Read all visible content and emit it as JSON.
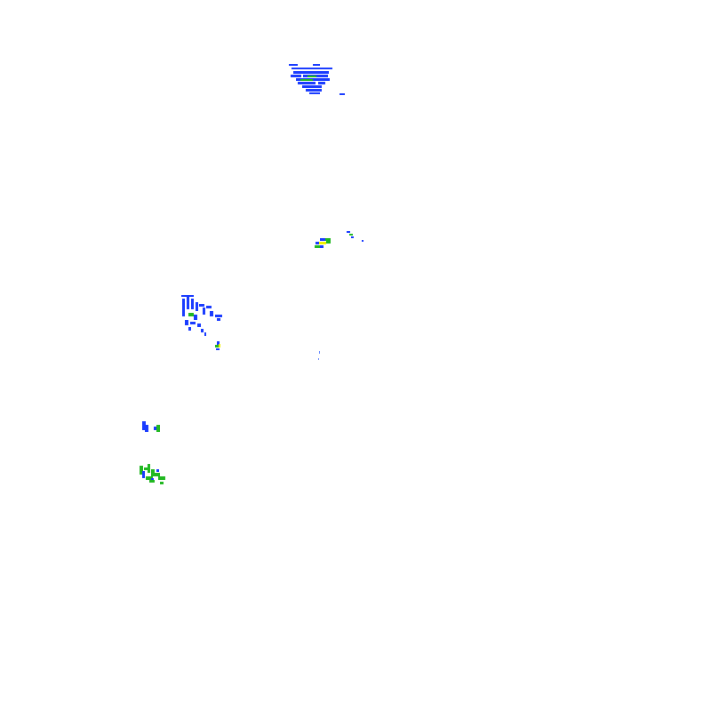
{
  "map": {
    "background": "#ffffff"
  },
  "palette": {
    "light_rain": "#1a3cff",
    "moderate_rain": "#22b822",
    "heavy_rain": "#f2f200",
    "trace": "#6a8cff"
  },
  "echoes": [
    "echo-cluster-north",
    "echo-cluster-center",
    "echo-cluster-west",
    "echo-cluster-west-small",
    "echo-cluster-center-trace",
    "echo-cluster-southwest-a",
    "echo-cluster-southwest-b"
  ]
}
